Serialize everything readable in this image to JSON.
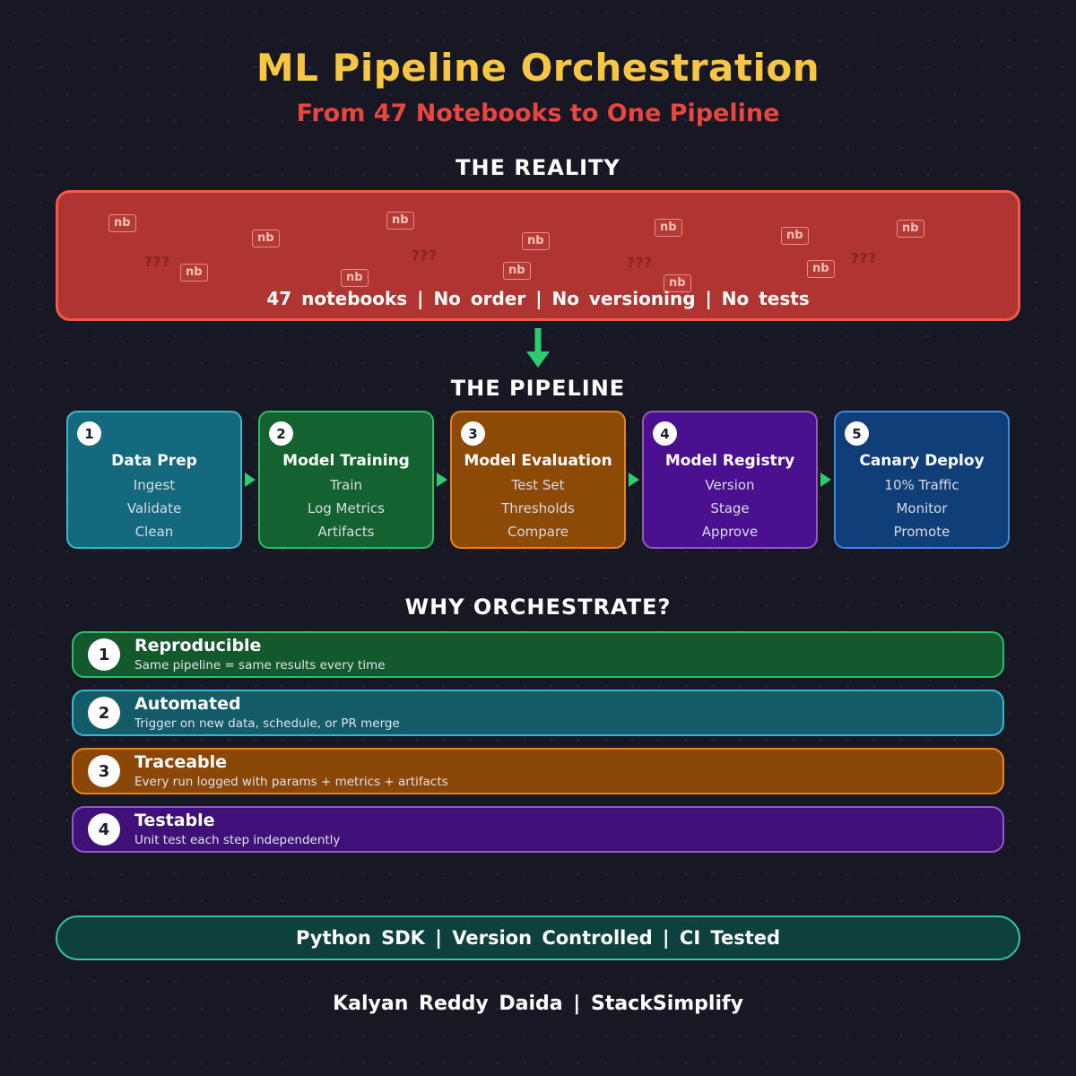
{
  "page": {
    "title": "ML Pipeline Orchestration",
    "subtitle": "From 47 Notebooks to One Pipeline",
    "title_color": "#f8c642",
    "subtitle_color": "#e8463f",
    "background": "#181824"
  },
  "reality": {
    "heading": "THE REALITY",
    "panel_fill": "#b0342f",
    "panel_border": "#f1594c",
    "notebook_label": "nb",
    "question_marks": "???",
    "caption": "47 notebooks | No order | No versioning | No tests"
  },
  "pipeline": {
    "heading": "THE PIPELINE",
    "arrow_color": "#2ecc71",
    "steps": [
      {
        "num": "1",
        "title": "Data Prep",
        "items": [
          "Ingest",
          "Validate",
          "Clean"
        ],
        "fill": "#15697e",
        "border": "#3ab6ce"
      },
      {
        "num": "2",
        "title": "Model Training",
        "items": [
          "Train",
          "Log Metrics",
          "Artifacts"
        ],
        "fill": "#156231",
        "border": "#2fbd66"
      },
      {
        "num": "3",
        "title": "Model Evaluation",
        "items": [
          "Test Set",
          "Thresholds",
          "Compare"
        ],
        "fill": "#8d4a07",
        "border": "#e8851c"
      },
      {
        "num": "4",
        "title": "Model Registry",
        "items": [
          "Version",
          "Stage",
          "Approve"
        ],
        "fill": "#4a1090",
        "border": "#9b59b6"
      },
      {
        "num": "5",
        "title": "Canary Deploy",
        "items": [
          "10% Traffic",
          "Monitor",
          "Promote"
        ],
        "fill": "#0f3e78",
        "border": "#3b8de0"
      }
    ]
  },
  "why": {
    "heading": "WHY ORCHESTRATE?",
    "items": [
      {
        "num": "1",
        "title": "Reproducible",
        "desc": "Same pipeline = same results every time",
        "fill": "#14582e",
        "border": "#2fbd66"
      },
      {
        "num": "2",
        "title": "Automated",
        "desc": "Trigger on new data, schedule, or PR merge",
        "fill": "#135b69",
        "border": "#36b8d0"
      },
      {
        "num": "3",
        "title": "Traceable",
        "desc": "Every run logged with params + metrics + artifacts",
        "fill": "#8a4708",
        "border": "#e8851c"
      },
      {
        "num": "4",
        "title": "Testable",
        "desc": "Unit test each step independently",
        "fill": "#3f1178",
        "border": "#9455c8"
      }
    ]
  },
  "footer": {
    "pill_text": "Python SDK | Version Controlled | CI Tested",
    "pill_fill": "#0e403e",
    "pill_border": "#30c7a4",
    "credit": "Kalyan Reddy Daida | StackSimplify"
  }
}
